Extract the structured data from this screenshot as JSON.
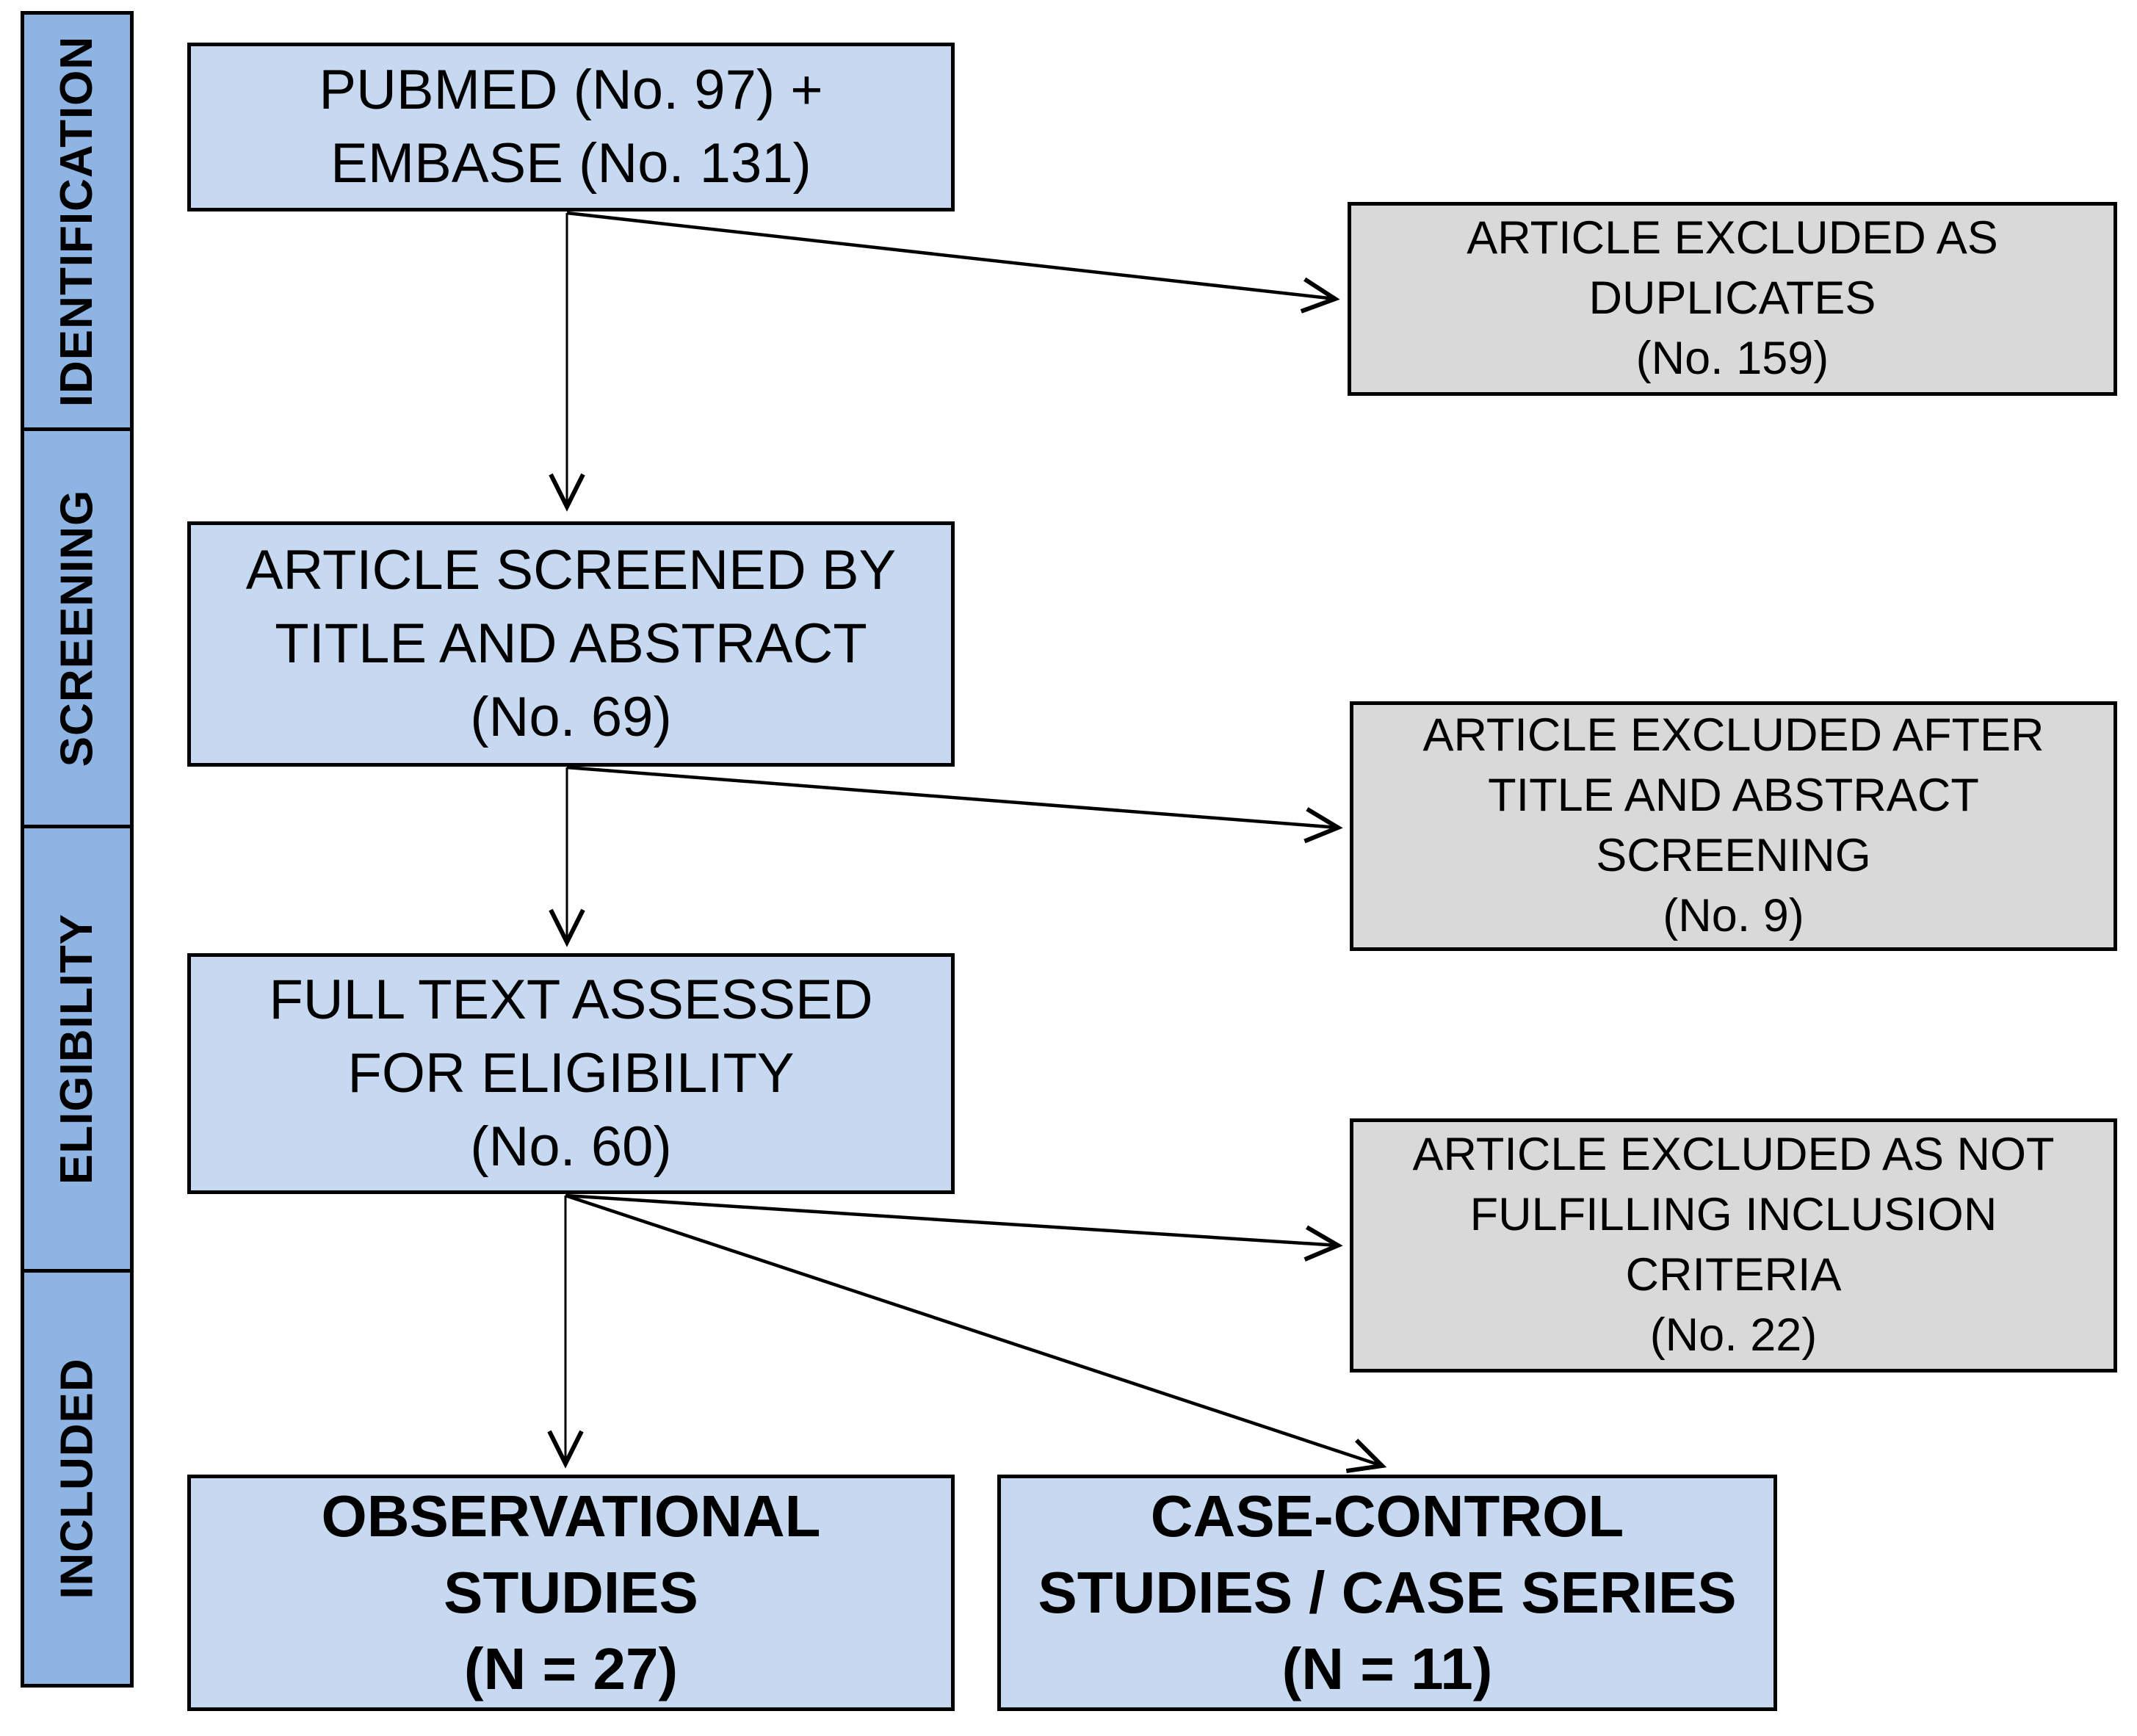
{
  "sidebar": {
    "stages": [
      {
        "label": "IDENTIFICATION"
      },
      {
        "label": "SCREENING"
      },
      {
        "label": "ELIGIBILITY"
      },
      {
        "label": "INCLUDED"
      }
    ]
  },
  "flow_boxes": {
    "sources": {
      "lines": [
        "PUBMED (No. 97) +",
        "EMBASE (No. 131)"
      ]
    },
    "screened": {
      "lines": [
        "ARTICLE SCREENED BY",
        "TITLE AND ABSTRACT",
        "(No. 69)"
      ]
    },
    "fulltext": {
      "lines": [
        "FULL TEXT ASSESSED",
        "FOR ELIGIBILITY",
        "(No. 60)"
      ]
    },
    "observational": {
      "lines": [
        "OBSERVATIONAL",
        "STUDIES",
        "(N = 27)"
      ]
    },
    "casecontrol": {
      "lines": [
        "CASE-CONTROL",
        "STUDIES / CASE SERIES",
        "(N = 11)"
      ]
    }
  },
  "exclusion_boxes": {
    "duplicates": {
      "lines": [
        "ARTICLE EXCLUDED AS",
        "DUPLICATES",
        "(No. 159)"
      ]
    },
    "title_abstract": {
      "lines": [
        "ARTICLE EXCLUDED AFTER",
        "TITLE AND ABSTRACT",
        "SCREENING",
        "(No. 9)"
      ]
    },
    "criteria": {
      "lines": [
        "ARTICLE EXCLUDED AS NOT",
        "FULFILLING INCLUSION",
        "CRITERIA",
        "(No. 22)"
      ]
    }
  },
  "counts": {
    "pubmed": 97,
    "embase": 131,
    "excluded_duplicates": 159,
    "screened_title_abstract": 69,
    "excluded_after_screening": 9,
    "fulltext_assessed": 60,
    "excluded_inclusion_criteria": 22,
    "observational_studies": 27,
    "casecontrol_caseseries": 11
  },
  "colors": {
    "sidebar_fill": "#8db4e2",
    "flow_fill": "#c6d9f0",
    "exclusion_fill": "#d9d9d9",
    "border": "#000000",
    "page_bg": "#ffffff"
  }
}
